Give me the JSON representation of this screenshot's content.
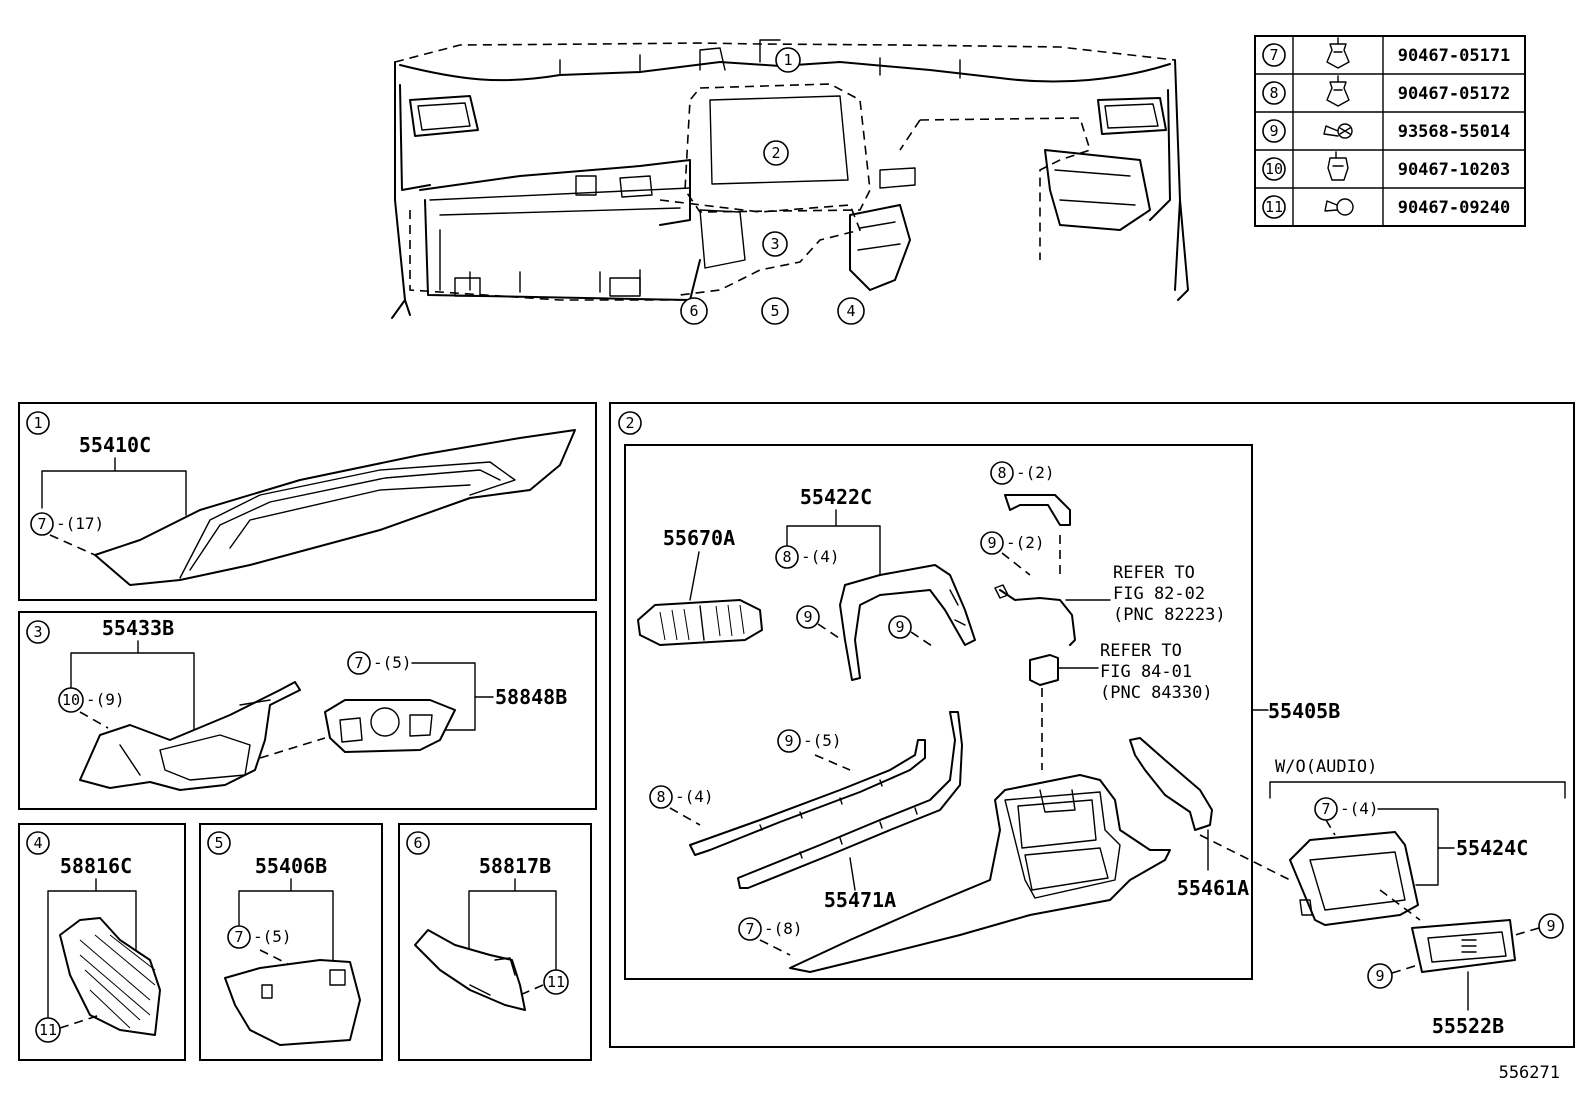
{
  "fastener_table": [
    {
      "ref": "7",
      "part_number": "90467-05171",
      "icon": "clip-icon"
    },
    {
      "ref": "8",
      "part_number": "90467-05172",
      "icon": "clip-icon"
    },
    {
      "ref": "9",
      "part_number": "93568-55014",
      "icon": "screw-icon"
    },
    {
      "ref": "10",
      "part_number": "90467-10203",
      "icon": "clip-icon"
    },
    {
      "ref": "11",
      "part_number": "90467-09240",
      "icon": "rivet-icon"
    }
  ],
  "overview": {
    "callouts": [
      "1",
      "2",
      "3",
      "4",
      "5",
      "6"
    ]
  },
  "panel1": {
    "index": "1",
    "part": "55410C",
    "clip_ref": "7",
    "clip_qty": "-(17)"
  },
  "panel2": {
    "index": "2",
    "assembly": "55405B",
    "vent": "55670A",
    "bracket": "55422C",
    "bracket_clip_ref": "8",
    "bracket_clip_qty": "-(4)",
    "screw_ref": "9",
    "top_clip_ref": "8",
    "top_clip_qty": "-(2)",
    "top_screw_ref": "9",
    "top_screw_qty": "-(2)",
    "refer_a_line1": "REFER TO",
    "refer_a_line2": "FIG 82-02",
    "refer_a_line3": "(PNC 82223)",
    "refer_b_line1": "REFER TO",
    "refer_b_line2": "FIG 84-01",
    "refer_b_line3": "(PNC 84330)",
    "trim_screw_ref": "9",
    "trim_screw_qty": "-(5)",
    "trim_clip_ref": "8",
    "trim_clip_qty": "-(4)",
    "trim": "55471A",
    "panel_clip_ref": "7",
    "panel_clip_qty": "-(8)",
    "side_trim": "55461A",
    "variant_label": "W/O(AUDIO)",
    "audio_clip_ref": "7",
    "audio_clip_qty": "-(4)",
    "audio_cover": "55424C",
    "audio_plate": "55522B",
    "plate_screw_ref_a": "9",
    "plate_screw_ref_b": "9"
  },
  "panel3": {
    "index": "3",
    "part": "55433B",
    "clip_ref": "10",
    "clip_qty": "-(9)",
    "switch_part": "58848B",
    "switch_clip_ref": "7",
    "switch_clip_qty": "-(5)"
  },
  "panel4": {
    "index": "4",
    "part": "58816C",
    "clip_ref": "11"
  },
  "panel5": {
    "index": "5",
    "part": "55406B",
    "clip_ref": "7",
    "clip_qty": "-(5)"
  },
  "panel6": {
    "index": "6",
    "part": "58817B",
    "clip_ref": "11"
  },
  "illustration_id": "556271"
}
